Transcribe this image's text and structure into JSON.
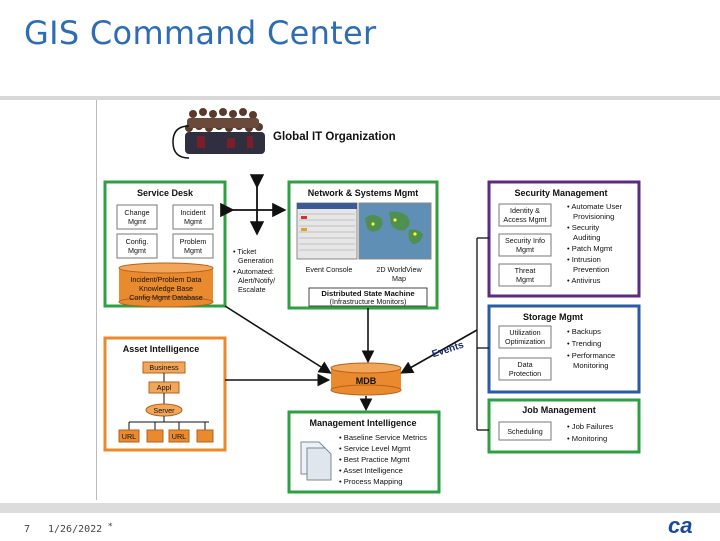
{
  "slide": {
    "title": "GIS Command Center",
    "page_number": "7",
    "date": "1/26/2022",
    "footer_mark": "*",
    "logo_text": "ca"
  },
  "diagram": {
    "org": {
      "title": "Global IT Organization",
      "icon": "people-crowd-icon"
    },
    "service_desk": {
      "title": "Service Desk",
      "items": [
        {
          "line1": "Change",
          "line2": "Mgmt"
        },
        {
          "line1": "Incident",
          "line2": "Mgmt"
        },
        {
          "line1": "Config.",
          "line2": "Mgmt"
        },
        {
          "line1": "Problem",
          "line2": "Mgmt"
        }
      ],
      "database": [
        "Incident/Problem Data",
        "Knowledge Base",
        "Config Mgmt Database"
      ],
      "notes": [
        {
          "line1": "• Ticket",
          "line2": "Generation"
        },
        {
          "line1": "• Automated:",
          "line2": "Alert/Notify/",
          "line3": "Escalate"
        }
      ]
    },
    "network": {
      "title": "Network & Systems Mgmt",
      "event_console": "Event Console",
      "world_view": "2D WorldView",
      "map": "Map",
      "state_machine": "Distributed State Machine",
      "state_machine_sub": "(Infrastructure Monitors)"
    },
    "security": {
      "title": "Security Management",
      "items": [
        {
          "line1": "Identity &",
          "line2": "Access Mgmt"
        },
        {
          "line1": "Security Info",
          "line2": "Mgmt"
        },
        {
          "line1": "Threat",
          "line2": "Mgmt"
        }
      ],
      "bullets": [
        "• Automate User",
        "Provisioning",
        "• Security",
        "Auditing",
        "• Patch Mgmt",
        "• Intrusion",
        "Prevention",
        "• Antivirus"
      ]
    },
    "storage": {
      "title": "Storage Mgmt",
      "items": [
        {
          "line1": "Utilization",
          "line2": "Optimization"
        },
        {
          "line1": "Data",
          "line2": "Protection"
        }
      ],
      "bullets": [
        "• Backups",
        "• Trending",
        "• Performance",
        "Monitoring"
      ]
    },
    "asset": {
      "title": "Asset Intelligence",
      "business": "Business",
      "appl": "Appl",
      "server": "Server",
      "url1": "URL",
      "url2": "URL"
    },
    "mdb": "MDB",
    "events": "Events",
    "job": {
      "title": "Job Management",
      "scheduling": "Scheduling",
      "bullets": [
        "• Job Failures",
        "• Monitoring"
      ]
    },
    "mgmt_intel": {
      "title": "Management Intelligence",
      "bullets": [
        "• Baseline Service Metrics",
        "• Service Level Mgmt",
        "• Best Practice Mgmt",
        "• Asset Intelligence",
        "• Process Mapping"
      ]
    }
  }
}
